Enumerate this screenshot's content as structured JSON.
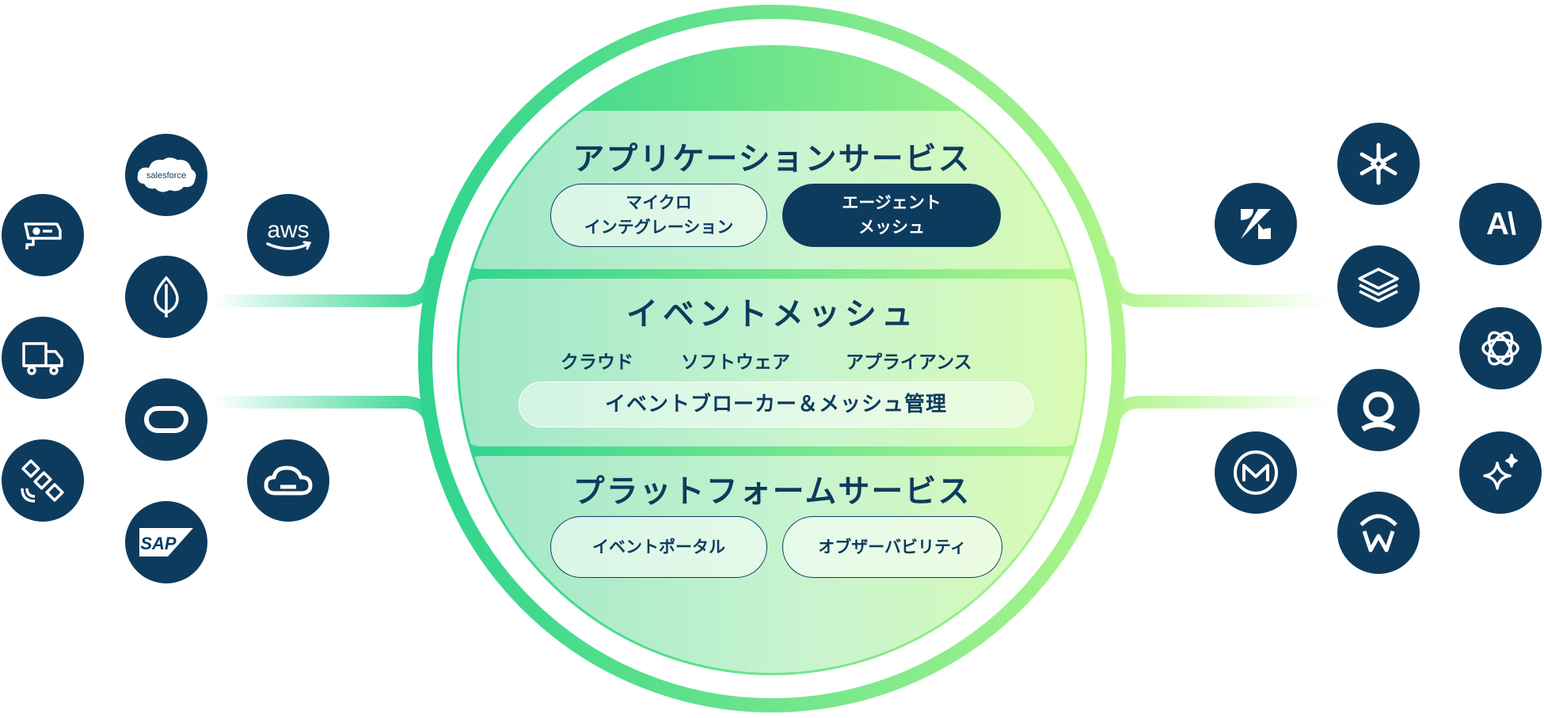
{
  "colors": {
    "navy": "#0d3b5e",
    "green_dark": "#2fd48e",
    "green_light": "#aef58a"
  },
  "application_services": {
    "title": "アプリケーションサービス",
    "pill_micro": "マイクロ\nインテグレーション",
    "pill_agent": "エージェント\nメッシュ"
  },
  "event_mesh": {
    "title": "イベントメッシュ",
    "cloud": "クラウド",
    "software": "ソフトウェア",
    "appliance": "アプライアンス",
    "broker": "イベントブローカー＆メッシュ管理"
  },
  "platform_services": {
    "title": "プラットフォームサービス",
    "pill_portal": "イベントポータル",
    "pill_observability": "オブザーバビリティ"
  },
  "logos": {
    "salesforce": "salesforce",
    "aws": "aws",
    "sap": "SAP",
    "anthropic": "A\\"
  },
  "icons_left": [
    "camera-icon",
    "truck-icon",
    "satellite-icon",
    "salesforce-logo",
    "mongodb-logo",
    "oracle-logo",
    "sap-logo",
    "aws-logo",
    "google-cloud-logo"
  ],
  "icons_right": [
    "zendesk-logo",
    "mulesoft-logo",
    "snowflake-logo",
    "layers-icon",
    "circle-user-logo",
    "w-logo",
    "anthropic-logo",
    "openai-logo",
    "sparkle-icon"
  ]
}
